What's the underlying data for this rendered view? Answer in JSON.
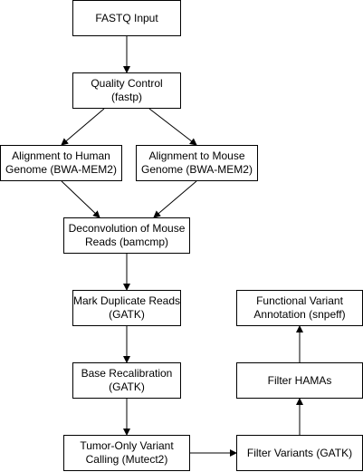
{
  "colors": {
    "background": "#ffffff",
    "stroke": "#000000",
    "text": "#000000"
  },
  "nodes": [
    {
      "id": "fastq-input",
      "lines": [
        "FASTQ Input"
      ]
    },
    {
      "id": "quality-control",
      "lines": [
        "Quality Control",
        "(fastp)"
      ]
    },
    {
      "id": "align-human",
      "lines": [
        "Alignment to Human",
        "Genome (BWA-MEM2)"
      ]
    },
    {
      "id": "align-mouse",
      "lines": [
        "Alignment to Mouse",
        "Genome (BWA-MEM2)"
      ]
    },
    {
      "id": "deconvolution",
      "lines": [
        "Deconvolution of Mouse",
        "Reads (bamcmp)"
      ]
    },
    {
      "id": "mark-duplicates",
      "lines": [
        "Mark Duplicate Reads",
        "(GATK)"
      ]
    },
    {
      "id": "base-recalibration",
      "lines": [
        "Base Recalibration",
        "(GATK)"
      ]
    },
    {
      "id": "variant-calling",
      "lines": [
        "Tumor-Only Variant",
        "Calling (Mutect2)"
      ]
    },
    {
      "id": "filter-variants",
      "lines": [
        "Filter Variants (GATK)"
      ]
    },
    {
      "id": "filter-hamas",
      "lines": [
        "Filter HAMAs"
      ]
    },
    {
      "id": "functional-annotation",
      "lines": [
        "Functional Variant",
        "Annotation (snpeff)"
      ]
    }
  ],
  "edges": [
    {
      "from": "fastq-input",
      "to": "quality-control"
    },
    {
      "from": "quality-control",
      "to": "align-human"
    },
    {
      "from": "quality-control",
      "to": "align-mouse"
    },
    {
      "from": "align-human",
      "to": "deconvolution"
    },
    {
      "from": "align-mouse",
      "to": "deconvolution"
    },
    {
      "from": "deconvolution",
      "to": "mark-duplicates"
    },
    {
      "from": "mark-duplicates",
      "to": "base-recalibration"
    },
    {
      "from": "base-recalibration",
      "to": "variant-calling"
    },
    {
      "from": "variant-calling",
      "to": "filter-variants"
    },
    {
      "from": "filter-variants",
      "to": "filter-hamas"
    },
    {
      "from": "filter-hamas",
      "to": "functional-annotation"
    }
  ]
}
